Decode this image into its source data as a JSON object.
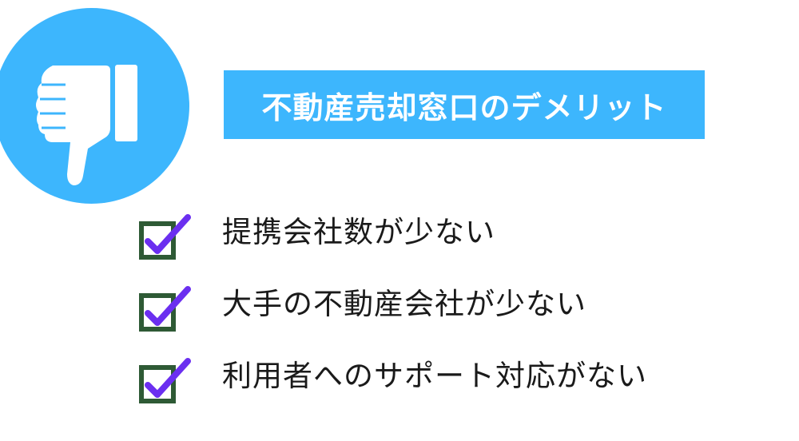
{
  "header": {
    "title": "不動産売却窓口のデメリット"
  },
  "icons": {
    "badge": "thumbs-down-icon",
    "check": "checked-box-icon"
  },
  "colors": {
    "accent_blue": "#3db6fd",
    "check_purple": "#6b2ff0",
    "box_green": "#2e5a35",
    "text": "#1a1a1a"
  },
  "demerits": [
    {
      "label": "提携会社数が少ない"
    },
    {
      "label": "大手の不動産会社が少ない"
    },
    {
      "label": "利用者へのサポート対応がない"
    }
  ]
}
